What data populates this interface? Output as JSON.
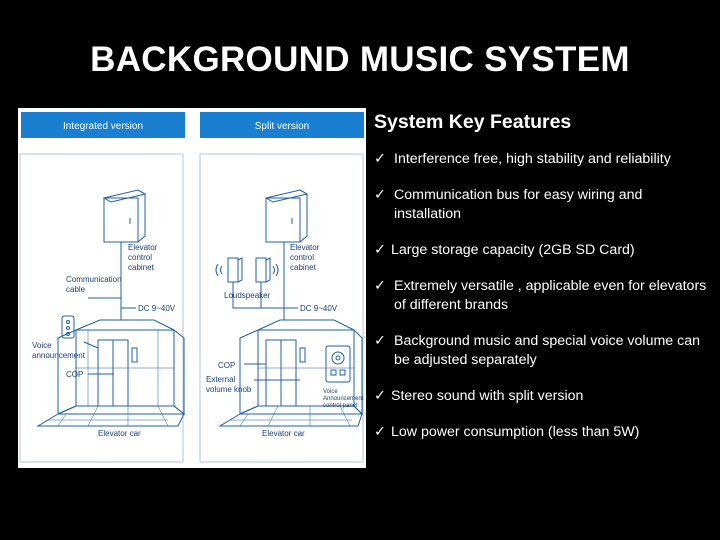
{
  "slide": {
    "title": "BACKGROUND MUSIC SYSTEM"
  },
  "diagram": {
    "panels": [
      {
        "header": "Integrated version"
      },
      {
        "header": "Split version"
      }
    ],
    "integrated_labels": {
      "cabinet": [
        "Elevator",
        "control",
        "cabinet"
      ],
      "comm_cable": [
        "Communication",
        "cable"
      ],
      "dc": "DC 9~40V",
      "voice": [
        "Voice",
        "announcement"
      ],
      "cop": "COP",
      "car": "Elevator car"
    },
    "split_labels": {
      "cabinet": [
        "Elevator",
        "control",
        "cabinet"
      ],
      "loudspeaker": "Loudspeaker",
      "dc": "DC 9~40V",
      "cop": "COP",
      "knob": [
        "External",
        "volume knob"
      ],
      "panel": [
        "Voice",
        "Announcement",
        "control panel"
      ],
      "car": "Elevator car"
    },
    "colors": {
      "header_bg": "#1a7fd0",
      "line": "#1f5fa8",
      "label": "#1a3f7a"
    }
  },
  "features": {
    "heading": "System Key Features",
    "check_symbol": "✓",
    "items": [
      "Interference free, high stability and reliability",
      "Communication bus for easy wiring and installation",
      "Large storage capacity (2GB SD Card)",
      "Extremely versatile , applicable even for elevators of different brands",
      "Background music and special voice volume can be adjusted separately",
      "Stereo sound with split version",
      "Low power consumption (less than 5W)"
    ]
  }
}
